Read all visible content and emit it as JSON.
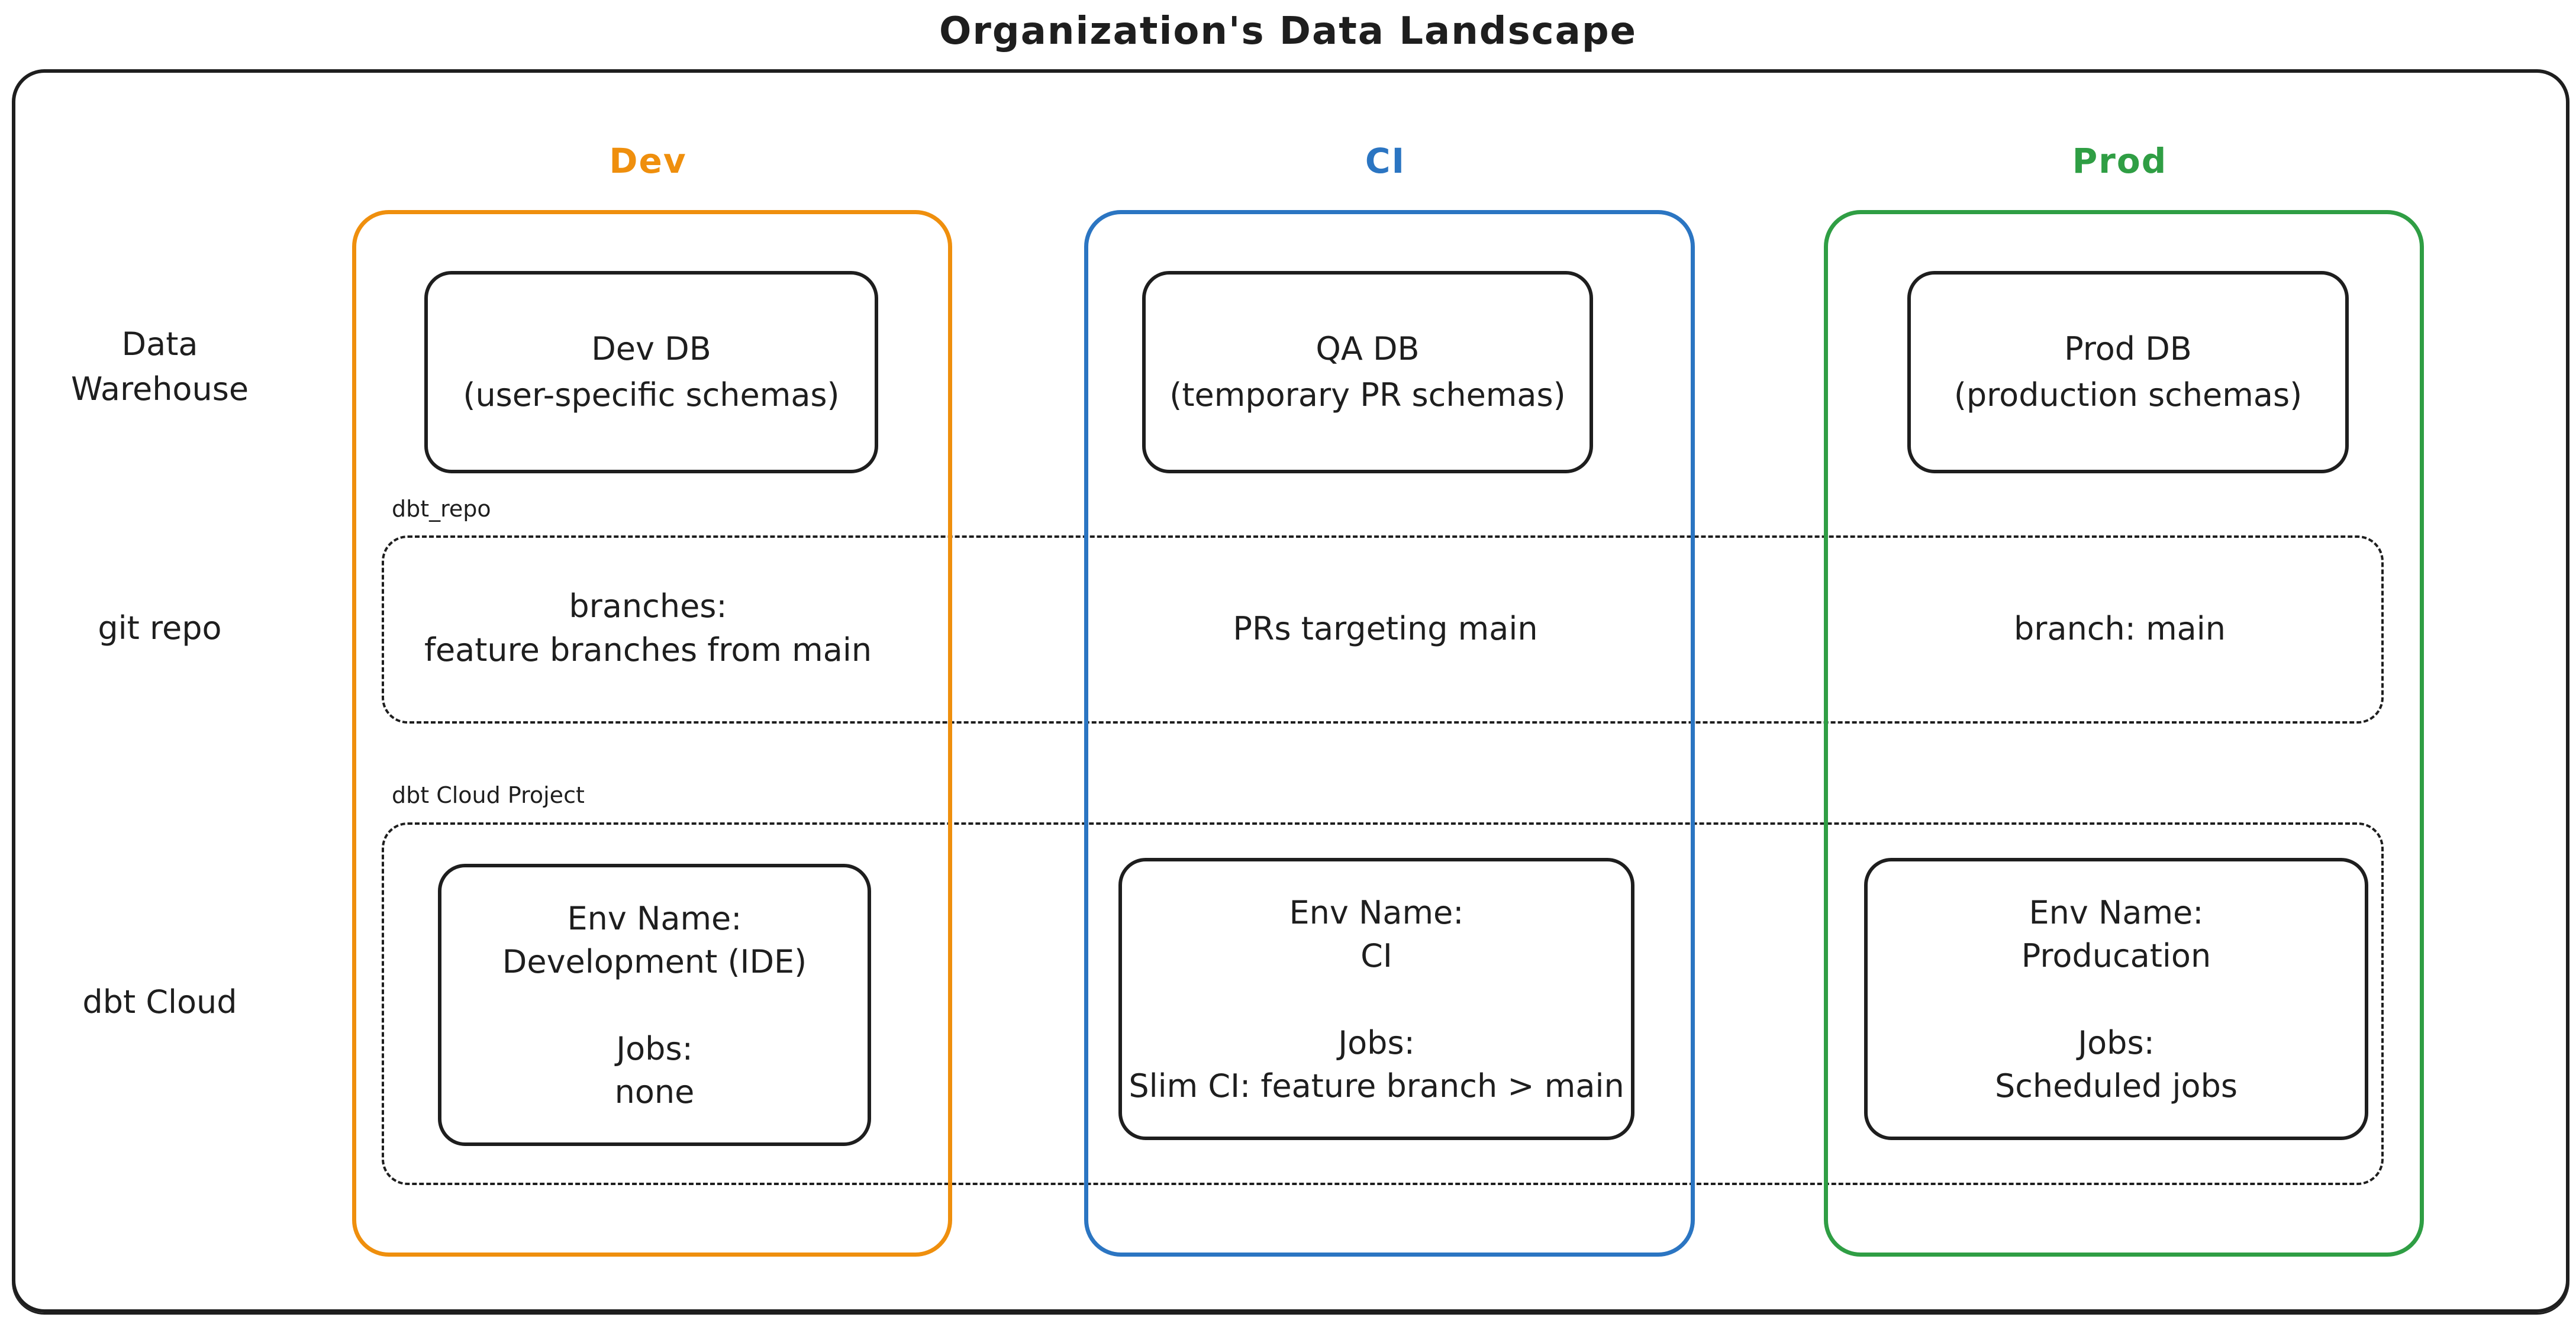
{
  "title": "Organization's Data Landscape",
  "colors": {
    "ink": "#1e1e1e",
    "dev": "#ef8f0d",
    "ci": "#2b75c2",
    "prod": "#2f9e44"
  },
  "column_headers": {
    "dev": "Dev",
    "ci": "CI",
    "prod": "Prod"
  },
  "row_labels": {
    "warehouse": "Data\nWarehouse",
    "git": "git repo",
    "dbt": "dbt Cloud"
  },
  "warehouse_row": {
    "dev_db": "Dev DB\n(user-specific schemas)",
    "qa_db": "QA DB\n(temporary PR schemas)",
    "prod_db": "Prod DB\n(production schemas)"
  },
  "git_row": {
    "band_label": "dbt_repo",
    "dev": "branches:\nfeature branches from main",
    "ci": "PRs targeting main",
    "prod": "branch: main"
  },
  "dbt_row": {
    "band_label": "dbt Cloud Project",
    "dev": {
      "env_name_label": "Env Name:",
      "env_name": "Development (IDE)",
      "jobs_label": "Jobs:",
      "jobs": "none"
    },
    "ci": {
      "env_name_label": "Env Name:",
      "env_name": "CI",
      "jobs_label": "Jobs:",
      "jobs": "Slim CI: feature branch > main"
    },
    "prod": {
      "env_name_label": "Env Name:",
      "env_name": "Producation",
      "jobs_label": "Jobs:",
      "jobs": "Scheduled jobs"
    }
  }
}
